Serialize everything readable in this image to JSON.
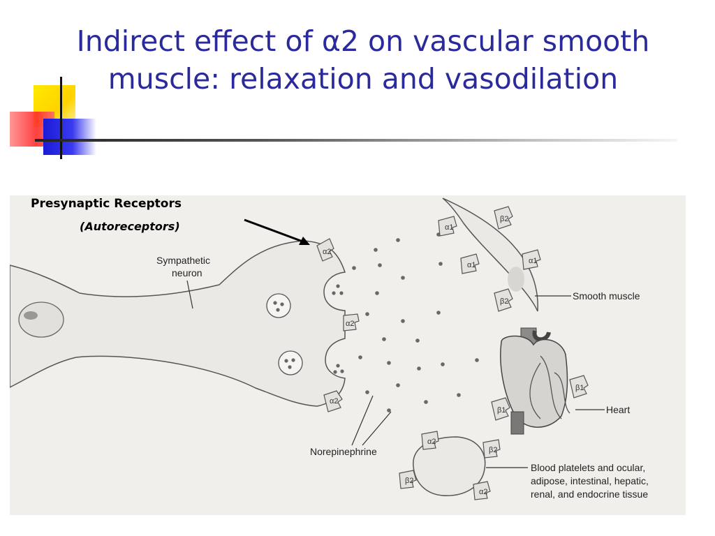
{
  "title": {
    "line1": "Indirect effect of α2 on vascular smooth",
    "line2": "muscle: relaxation and vasodilation"
  },
  "labels": {
    "presynaptic": "Presynaptic Receptors",
    "autoreceptors": "(Autoreceptors)"
  },
  "diagram": {
    "sympathetic_neuron": [
      "Sympathetic",
      "neuron"
    ],
    "smooth_muscle": "Smooth muscle",
    "heart": "Heart",
    "norepinephrine": "Norepinephrine",
    "blood_platelets": [
      "Blood platelets and ocular,",
      "adipose, intestinal, hepatic,",
      "renal, and endocrine tissue"
    ],
    "receptors": {
      "alpha2": "α2",
      "alpha1": "α1",
      "beta1": "β1",
      "beta2": "β2"
    }
  },
  "colors": {
    "title": "#2a2a9c",
    "figure_bg": "#f1efec",
    "cell_fill": "#ebe9e6"
  }
}
